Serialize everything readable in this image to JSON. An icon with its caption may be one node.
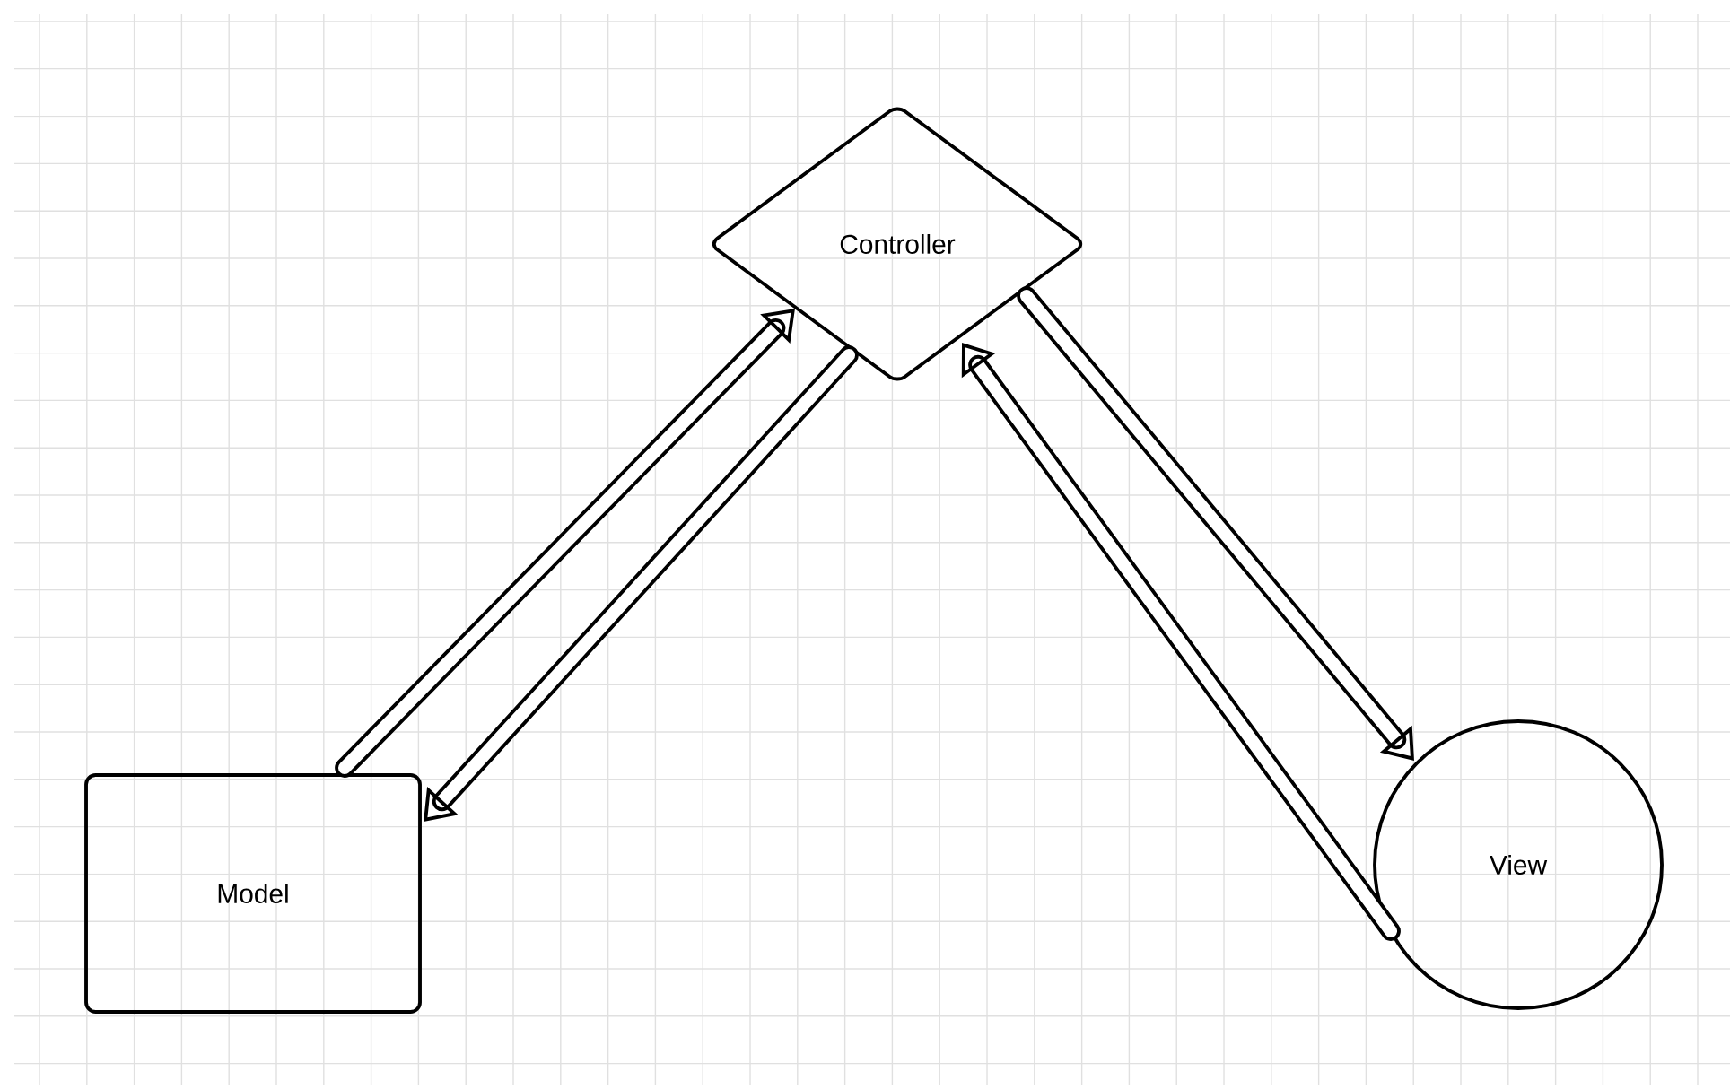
{
  "diagram": {
    "nodes": [
      {
        "text": [
          "Controller"
        ]
      },
      {
        "text": [
          "Model"
        ]
      },
      {
        "text": [
          "View"
        ]
      }
    ],
    "edges": [
      {
        "from": 1,
        "to": 0,
        "arrow": "to"
      },
      {
        "from": 0,
        "to": 1,
        "arrow": "to"
      },
      {
        "from": 0,
        "to": 2,
        "arrow": "to"
      },
      {
        "from": 2,
        "to": 0,
        "arrow": "to"
      }
    ]
  }
}
